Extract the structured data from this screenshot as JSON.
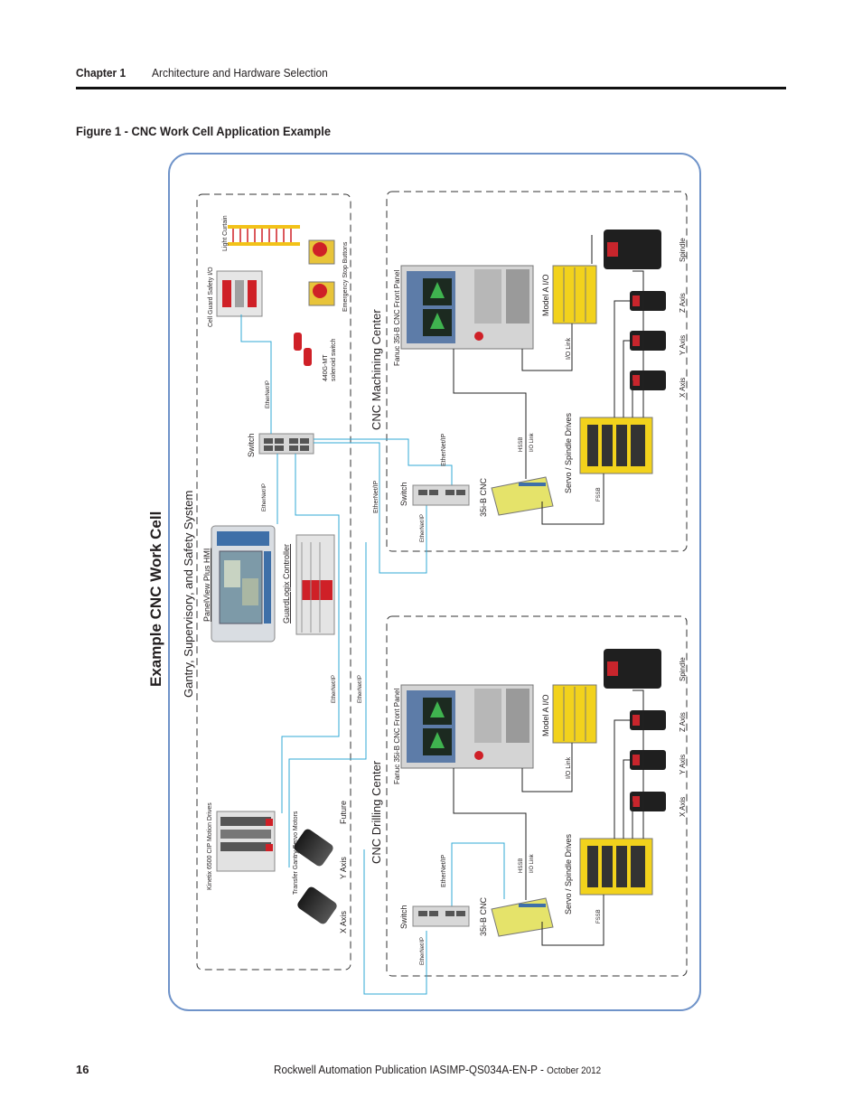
{
  "header": {
    "chapter_label": "Chapter 1",
    "chapter_title": "Architecture and Hardware Selection"
  },
  "figure": {
    "caption": "Figure 1 - CNC Work Cell Application Example"
  },
  "diagram": {
    "title": "Example CNC Work Cell",
    "safety_zone": {
      "title": "Gantry, Supervisory, and Safety System",
      "hmi": "PanelView Plus HMI",
      "controller": "GuardLogix Controller",
      "cell_guard_io": "Cell Guard Safety I/O",
      "light_curtain": "Light Curtain",
      "estop": "Emergency Stop Buttons",
      "solenoid": "440G-MT",
      "solenoid_2": "solenoid switch",
      "switch": "Switch",
      "ethernet_1": "EtherNet/IP",
      "ethernet_2": "EtherNet/IP",
      "ethernet_3": "EtherNet/IP",
      "ethernet_4": "EtherNet/IP",
      "kinetix": "Kinetix 6500 CIP Motion Drives",
      "gantry_motors": "Transfer Gantry Servo Motors",
      "x_axis": "X Axis",
      "y_axis": "Y Axis",
      "future": "Future"
    },
    "machining_center": {
      "title": "CNC Machining Center",
      "front_panel": "Fanuc 35i-B CNC Front Panel",
      "model_a_io": "Model A I/O",
      "io_link": "I/O Link",
      "servo_drives": "Servo / Spindle Drives",
      "switch": "Switch",
      "ethernet_a": "EtherNet/IP",
      "ethernet_b": "EtherNet/IP",
      "ethernet_c": "EtherNet/IP",
      "cnc": "35i-B CNC",
      "hssb": "HSSB",
      "io_link_2": "I/O Link",
      "fssb": "FSSB",
      "spindle": "Spindle",
      "z_axis": "Z Axis",
      "y_axis": "Y Axis",
      "x_axis": "X Axis"
    },
    "drilling_center": {
      "title": "CNC Drilling Center",
      "front_panel": "Fanuc 35i-B CNC Front Panel",
      "model_a_io": "Model A I/O",
      "io_link": "I/O Link",
      "servo_drives": "Servo / Spindle Drives",
      "switch": "Switch",
      "ethernet_a": "EtherNet/IP",
      "ethernet_b": "EtherNet/IP",
      "cnc": "35i-B CNC",
      "hssb": "HSSB",
      "io_link_2": "I/O Link",
      "fssb": "FSSB",
      "spindle": "Spindle",
      "z_axis": "Z Axis",
      "y_axis": "Y Axis",
      "x_axis": "X Axis"
    }
  },
  "footer": {
    "page_number": "16",
    "publication": "Rockwell Automation Publication IASIMP-QS034A-EN-P - ",
    "date": "October 2012"
  },
  "colors": {
    "frame_border": "#6f93c9",
    "ethernet_line": "#31a9d6",
    "cable_line": "#222222",
    "fanuc_yellow": "#f2d21c",
    "motor_red": "#c8252c"
  }
}
